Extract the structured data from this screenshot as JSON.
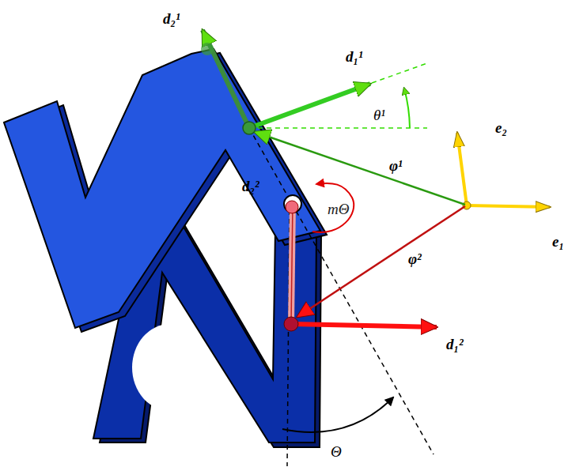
{
  "diagram": {
    "labels": [
      "d₂¹",
      "d₁¹",
      "θ¹",
      "e₂",
      "e₁",
      "φ¹",
      "d₂²",
      "mΘ",
      "φ²",
      "d₁²",
      "Θ"
    ]
  }
}
